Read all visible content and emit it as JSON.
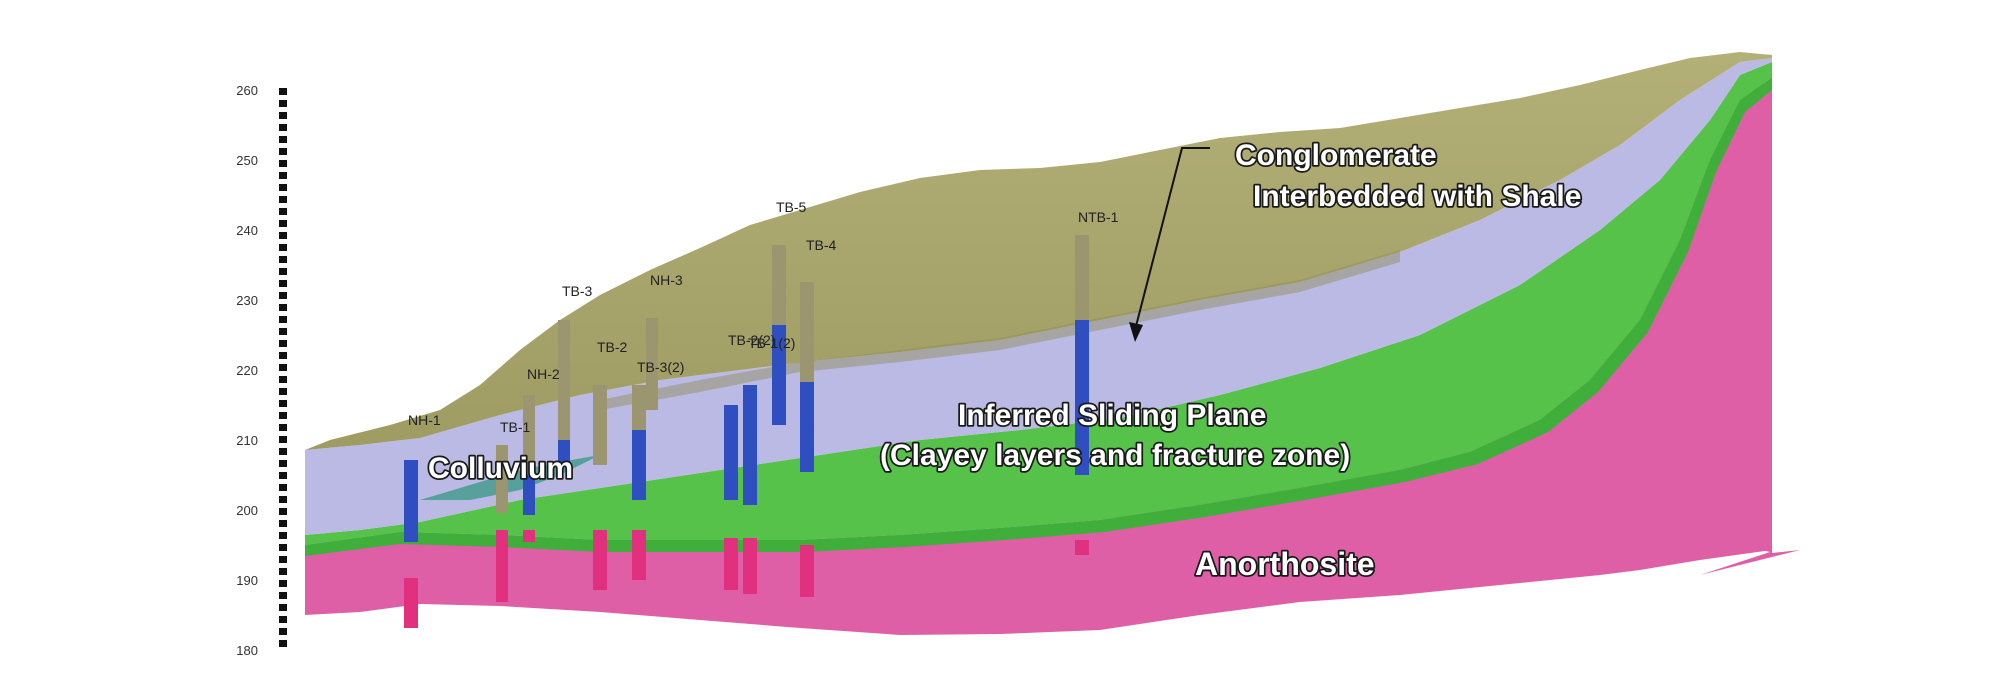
{
  "axis": {
    "ticks": [
      "260",
      "250",
      "240",
      "230",
      "220",
      "210",
      "200",
      "190",
      "180"
    ]
  },
  "layers": {
    "conglomerate_line1": "Conglomerate",
    "conglomerate_line2": "Interbedded with Shale",
    "colluvium": "Colluvium",
    "sliding_line1": "Inferred Sliding Plane",
    "sliding_line2": "(Clayey layers and fracture zone)",
    "anorthosite": "Anorthosite"
  },
  "boreholes": [
    "NH-1",
    "TB-1",
    "NH-2",
    "TB-3",
    "TB-2",
    "NH-3",
    "TB-3(2)",
    "TB-2(2)",
    "TB-1(2)",
    "TB-5",
    "TB-4",
    "NTB-1"
  ],
  "colors": {
    "conglomerate": "#a8a56a",
    "shale_lavender": "#b4b4e2",
    "sliding_plane": "#56c24a",
    "anorthosite": "#e063a8",
    "borehole_blue": "#2f4fc0",
    "borehole_pink": "#e0307e",
    "borehole_grey": "#9c9670"
  }
}
